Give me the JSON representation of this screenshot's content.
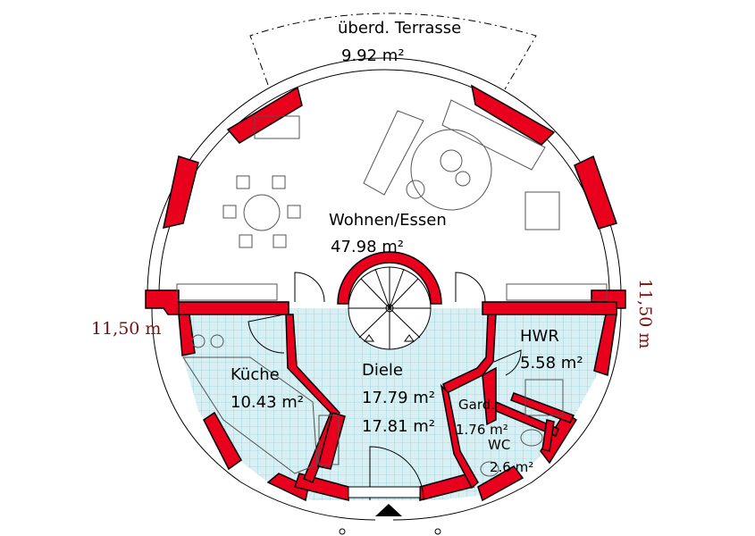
{
  "colors": {
    "wall": "#e8001c",
    "tile": "#d8f0f4",
    "tile_grid": "#7fc6d2",
    "dimension": "#7a1010"
  },
  "terrace": {
    "name": "überd. Terrasse",
    "area": "9.92 m²"
  },
  "rooms": {
    "wohnen": {
      "name": "Wohnen/Essen",
      "area": "47.98 m²"
    },
    "kueche": {
      "name": "Küche",
      "area": "10.43 m²"
    },
    "diele": {
      "name": "Diele",
      "area1": "17.79 m²",
      "area2": "17.81 m²"
    },
    "hwr": {
      "name": "HWR",
      "area": "5.58 m²"
    },
    "gard": {
      "name": "Gard.",
      "area": "1.76 m²"
    },
    "wc": {
      "name": "WC",
      "area": "2.6 m²"
    }
  },
  "dimensions": {
    "left": "11,50 m",
    "right": "11,50 m"
  },
  "icons": [
    "entrance-arrow-icon",
    "spiral-stair-icon"
  ]
}
